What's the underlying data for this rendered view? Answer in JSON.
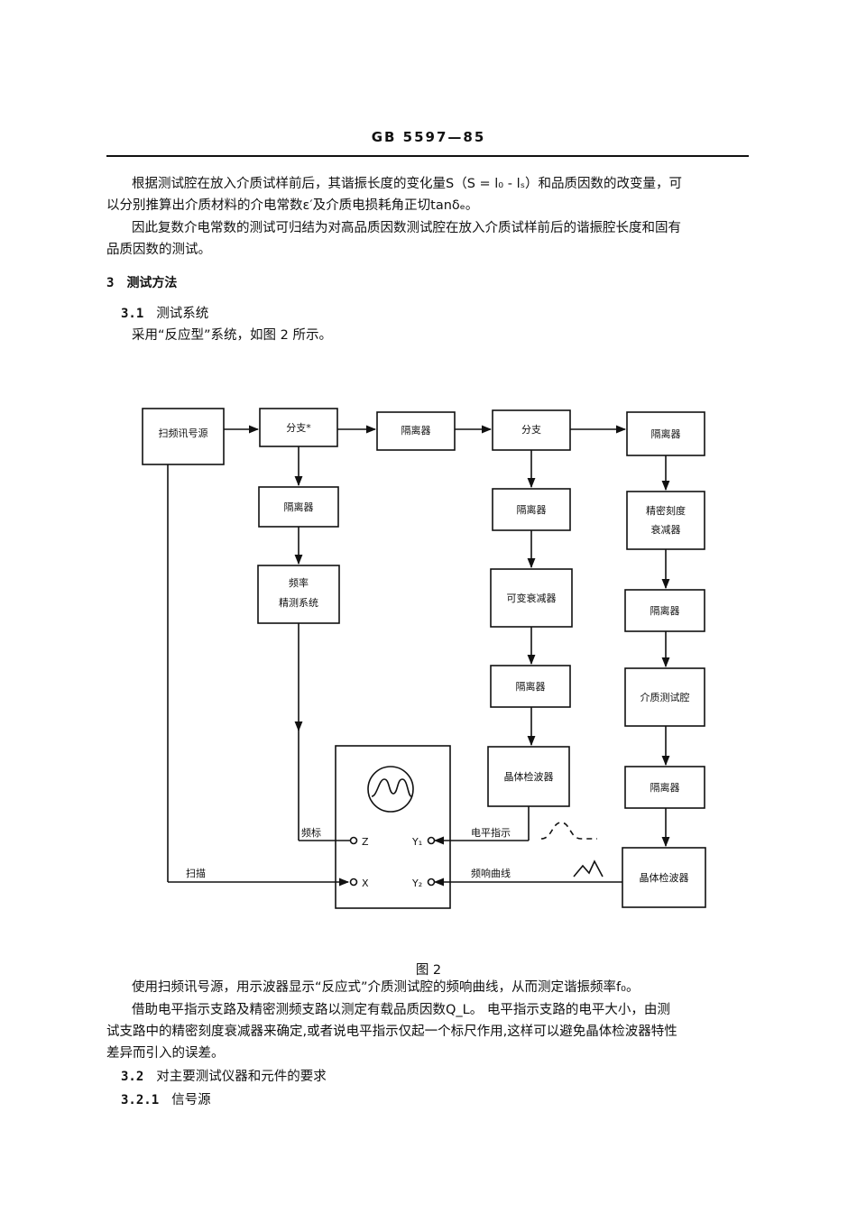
{
  "header": {
    "standard_code": "GB 5597—85"
  },
  "intro": {
    "para1_line1": "根据测试腔在放入介质试样前后，其谐振长度的变化量S（S = l₀ - lₛ）和品质因数的改变量，可",
    "para1_line2": "以分别推算出介质材料的介电常数ε′及介质电损耗角正切tanδₑ。",
    "para2_line1": "因此复数介电常数的测试可归结为对高品质因数测试腔在放入介质试样前后的谐振腔长度和固有",
    "para2_line2": "品质因数的测试。"
  },
  "section3": {
    "number": "3",
    "title": "测试方法"
  },
  "section3_1": {
    "number": "3.1",
    "title": "测试系统",
    "body": "采用“反应型”系统，如图 2 所示。"
  },
  "diagram": {
    "blocks": {
      "sweep_source": "扫频讯号源",
      "branch1": "分支*",
      "isolator_top1": "隔离器",
      "branch2": "分支",
      "isolator_top2": "隔离器",
      "isolator_col1": "隔离器",
      "freq_measure_line1": "频率",
      "freq_measure_line2": "精测系统",
      "isolator_col2a": "隔离器",
      "variable_attenuator": "可变衰减器",
      "isolator_col2b": "隔离器",
      "crystal_detector_col2": "晶体检波器",
      "precision_attenuator_line1": "精密刻度",
      "precision_attenuator_line2": "衰减器",
      "isolator_col3a": "隔离器",
      "dielectric_cavity": "介质测试腔",
      "isolator_col3b": "隔离器",
      "crystal_detector_col3": "晶体检波器"
    },
    "scope": {
      "z_label": "Z",
      "x_label": "X",
      "y1_label": "Y₁",
      "y2_label": "Y₂"
    },
    "lines": {
      "freq_marker": "频标",
      "sweep": "扫描",
      "level_indicator": "电平指示",
      "freq_response": "频响曲线"
    }
  },
  "figure_caption": "图  2",
  "after": {
    "p1": "使用扫频讯号源，用示波器显示“反应式”介质测试腔的频响曲线，从而测定谐振频率f₀。",
    "p2_line1": "借助电平指示支路及精密测频支路以测定有载品质因数Q_L。 电平指示支路的电平大小，由测",
    "p2_line2": "试支路中的精密刻度衰减器来确定,或者说电平指示仅起一个标尺作用,这样可以避免晶体检波器特性",
    "p2_line3": "差异而引入的误差。"
  },
  "section3_2": {
    "number": "3.2",
    "title": "对主要测试仪器和元件的要求"
  },
  "section3_2_1": {
    "number": "3.2.1",
    "title": "信号源"
  }
}
